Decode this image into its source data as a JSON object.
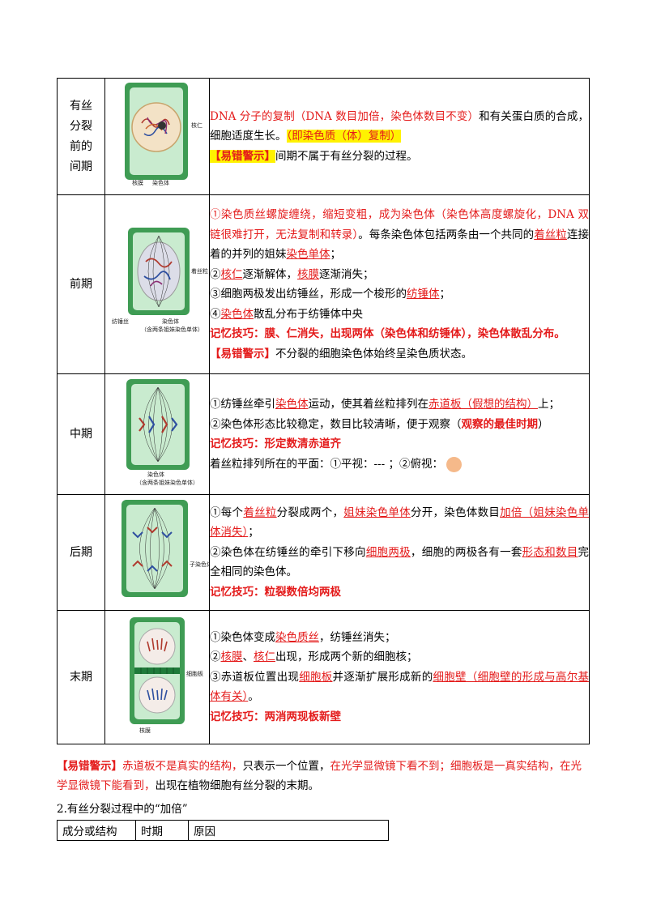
{
  "rows": [
    {
      "stage": [
        "有丝",
        "分裂",
        "前的",
        "间期"
      ],
      "fig": {
        "caption_left": "核膜",
        "caption_mid": "染色体",
        "caption_right": "核仁"
      },
      "p1_red": "DNA 分子的复制（DNA 数目加倍，染色体数目不变）",
      "p1_black": "和有关蛋白质的合成，细胞适度生长。",
      "p1_hl": "（即染色质（体）复制）",
      "warn_tag": "【易错警示】",
      "warn_text": "间期不属于有丝分裂的过程。"
    },
    {
      "stage": [
        "前期"
      ],
      "fig": {
        "caption_left": "纺锤丝",
        "caption_mid": "染色体",
        "caption_sub": "（含两条姐妹染色单体）",
        "caption_right": "着丝粒"
      },
      "l1_red": "①染色质丝螺旋缠绕，缩短变粗，成为染色体（染色体高度螺旋化，DNA 双链很难打开，无法复制和转录）",
      "l1_black": "。每条染色体包括两条由一个共同的",
      "l1_u1": "着丝粒",
      "l1_black2": "连接着的并列的姐妹",
      "l1_u2": "染色单体",
      "l1_end": "；",
      "l2_a": "②",
      "l2_u1": "核仁",
      "l2_b": "逐渐解体，",
      "l2_u2": "核膜",
      "l2_c": "逐渐消失；",
      "l3_a": "③细胞两极发出纺锤丝，形成一个梭形的",
      "l3_u": "纺锤体",
      "l3_b": "；",
      "l4_a": "④",
      "l4_u": "染色体",
      "l4_b": "散乱分布于纺锤体中央",
      "tip": "记忆技巧：膜、仁消失，出现两体（染色体和纺锤体），染色体散乱分布。",
      "warn_tag": "【易错警示】",
      "warn_text": "不分裂的细胞染色体始终呈染色质状态。"
    },
    {
      "stage": [
        "中期"
      ],
      "fig": {
        "caption_mid": "染色体",
        "caption_sub": "（含两条姐妹染色单体）"
      },
      "l1_a": "①纺锤丝牵引",
      "l1_u1": "染色体",
      "l1_b": "运动，使其着丝粒排列在",
      "l1_u2": "赤道板（假想的结构）",
      "l1_c": "上；",
      "l2_a": "②染色体形态比较稳定，数目比较清晰，便于观察（",
      "l2_b": "观察的最佳时期",
      "l2_c": "）",
      "tip": "记忆技巧：形定数清赤道齐",
      "l4": "着丝粒排列所在的平面：①平视：--- ；②俯视："
    },
    {
      "stage": [
        "后期"
      ],
      "fig": {
        "caption_right": "子染色体"
      },
      "l1_a": "①每个",
      "l1_u1": "着丝粒",
      "l1_b": "分裂成两个，",
      "l1_u2": "姐妹染色单体",
      "l1_c": "分开，染色体数目",
      "l1_u3": "加倍（姐妹染色单体消失）",
      "l1_d": "；",
      "l2_a": "②染色体在纺锤丝的牵引下移向",
      "l2_u1": "细胞两极",
      "l2_b": "，细胞的两极各有一套",
      "l2_u2": "形态和数目",
      "l2_c": "完全相同的染色体。",
      "tip": "记忆技巧：粒裂数倍均两极"
    },
    {
      "stage": [
        "末期"
      ],
      "fig": {
        "caption_left": "核膜",
        "caption_right": "细胞板"
      },
      "l1_a": "①染色体变成",
      "l1_u": "染色质丝",
      "l1_b": "，纺锤丝消失；",
      "l2_a": "②",
      "l2_u1": "核膜",
      "l2_b": "、",
      "l2_u2": "核仁",
      "l2_c": "出现，形成两个新的细胞核；",
      "l3_a": "③赤道板位置出现",
      "l3_u1": "细胞板",
      "l3_b": "并逐渐扩展形成新的",
      "l3_u2": "细胞壁（细胞壁的形成与高尔基体有关）",
      "l3_c": "。",
      "tip": "记忆技巧：两消两现板新壁"
    }
  ],
  "note": {
    "tag": "【易错警示】",
    "red1": "赤道板不是真实的结构，",
    "black1": "只表示一个位置，",
    "red2": "在光学显微镜下看不到；细胞板是一真实结构，在光学显微镜下能看到，",
    "black2": "出现在植物细胞有丝分裂的末期。"
  },
  "section2": {
    "title": "2.有丝分裂过程中的“加倍”",
    "headers": [
      "成分或结构",
      "时期",
      "原因"
    ]
  },
  "colors": {
    "red": "#e41b1b",
    "highlight": "#fff200",
    "cell_green": "#3f9c54",
    "cell_light": "#c9ebcf"
  }
}
